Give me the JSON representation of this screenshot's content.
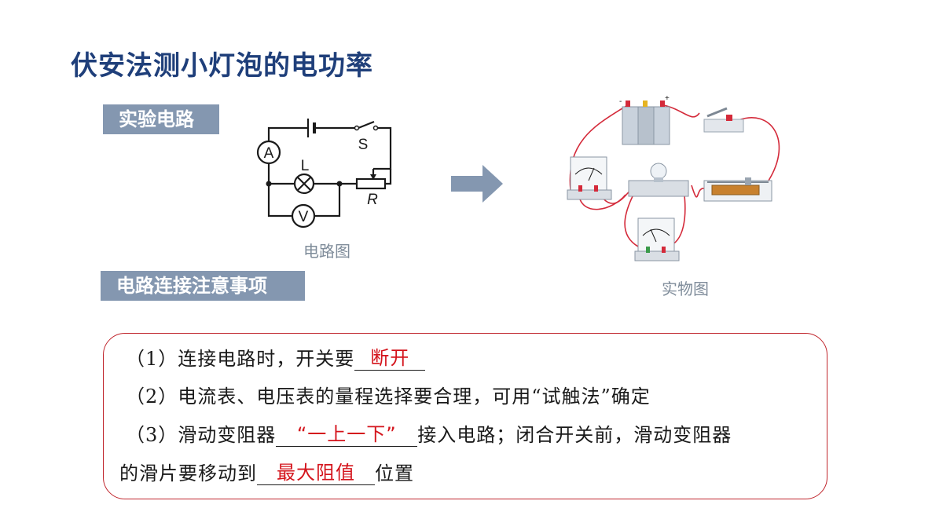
{
  "slide": {
    "title": "伏安法测小灯泡的电功率",
    "section_circuit": "实验电路",
    "section_notes": "电路连接注意事项"
  },
  "diagram": {
    "caption": "电路图",
    "label_ammeter": "A",
    "label_voltmeter": "V",
    "label_lamp": "L",
    "label_switch": "S",
    "label_rheostat": "R"
  },
  "photo": {
    "caption": "实物图",
    "battery_minus": "-",
    "battery_plus": "+"
  },
  "notes": {
    "item1_prefix": "（1）连接电路时，开关要",
    "item1_answer": "断开",
    "item2_text": "（2）电流表、电压表的量程选择要合理，可用“试触法”确定",
    "item3_prefix": "（3）滑动变阻器",
    "item3_answer": "“一上一下”",
    "item3_suffix": "接入电路；闭合开关前，滑动变阻器",
    "item4_prefix": "的滑片要移动到",
    "item4_answer": "最大阻值",
    "item4_suffix": "位置"
  },
  "colors": {
    "title": "#1f3f7a",
    "tag_bg": "#8497b0",
    "answer": "#d4141c",
    "box_border": "#c0262d",
    "arrow": "#8497b0",
    "wire": "#d42a3a"
  }
}
